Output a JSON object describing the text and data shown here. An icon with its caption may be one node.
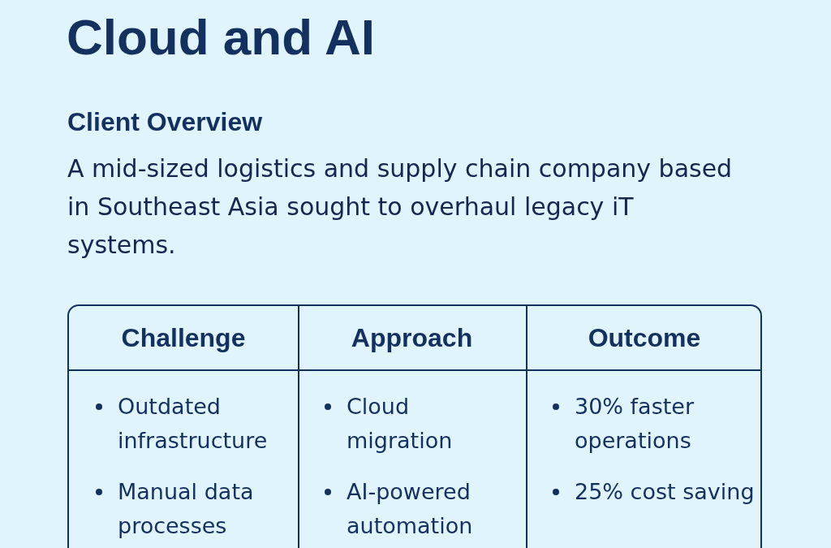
{
  "diagram": {
    "title": "Cloud and AI",
    "labels": [
      "Client Overview",
      "A mid-sized logistics and supply chain company based in Southeast Asia sought to overhaul legacy iT systems.",
      "Challenge",
      "Approach",
      "Outcome",
      "Outdated infrastructure",
      "Cloud migration",
      "30% faster operations",
      "Manual data processes",
      "AI-powered automation",
      "25% cost saving"
    ]
  }
}
